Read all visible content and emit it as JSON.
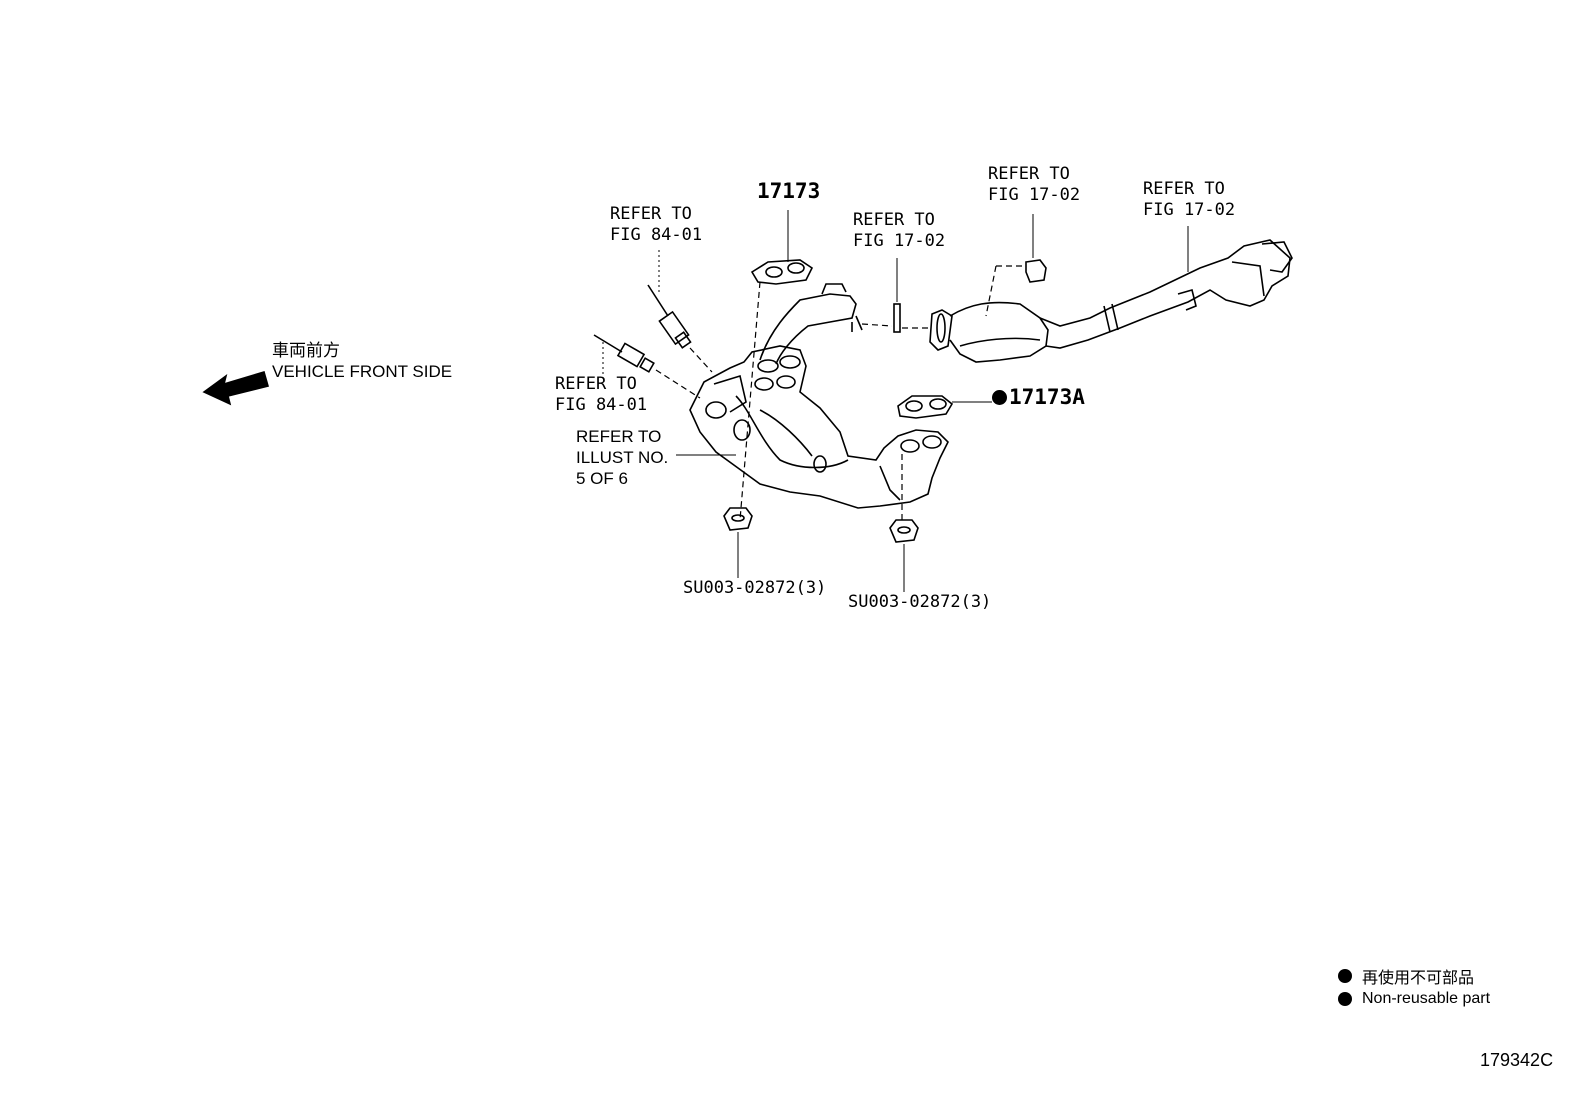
{
  "direction": {
    "japanese": "車両前方",
    "english": "VEHICLE FRONT SIDE",
    "icon": "arrow-left-icon"
  },
  "callouts": {
    "o2_sensor_upper": [
      "REFER TO",
      "FIG 84-01"
    ],
    "o2_sensor_lower": [
      "REFER TO",
      "FIG 84-01"
    ],
    "gasket_upper": "17173",
    "stud": [
      "REFER TO",
      "FIG 17-02"
    ],
    "bolt": [
      "REFER TO",
      "FIG 17-02"
    ],
    "front_pipe": [
      "REFER TO",
      "FIG 17-02"
    ],
    "gasket_lower": "17173A",
    "manifold": [
      "REFER TO",
      "ILLUST NO.",
      "5 OF 6"
    ],
    "nut_left": "SU003-02872(3)",
    "nut_right": "SU003-02872(3)"
  },
  "legend": {
    "japanese": "再使用不可部品",
    "english": "Non-reusable part"
  },
  "figure_id": "179342C"
}
